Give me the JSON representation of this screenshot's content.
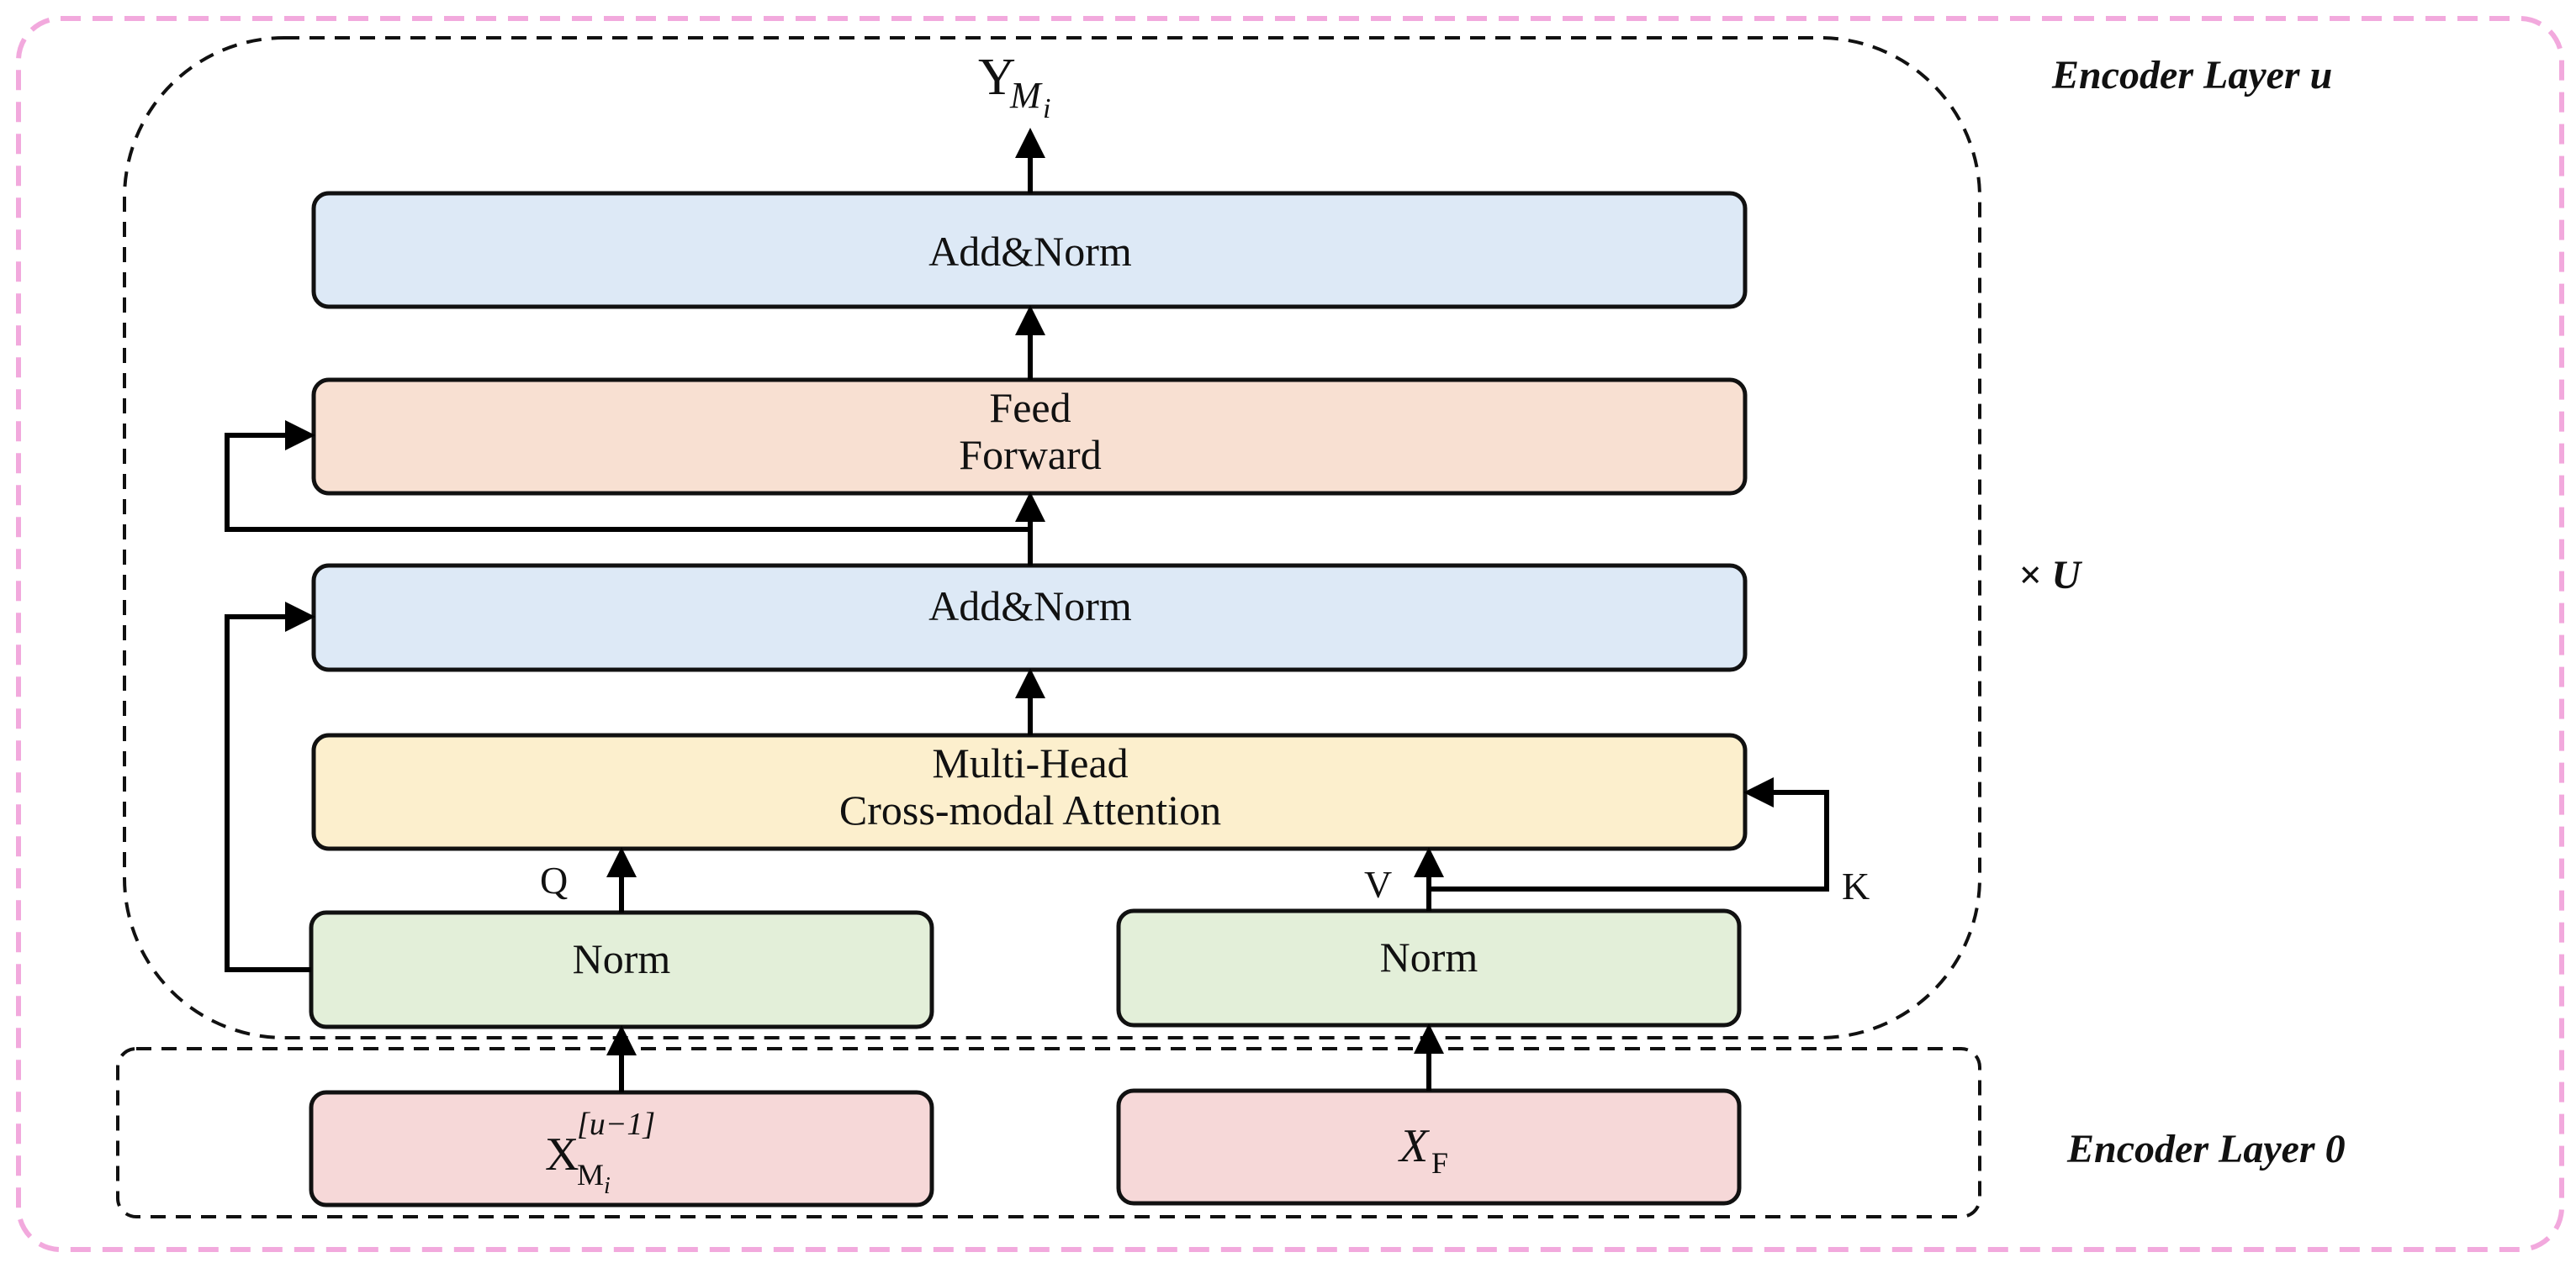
{
  "labels": {
    "encoder_layer_u": "Encoder Layer u",
    "encoder_layer_0": "Encoder Layer 0",
    "repeat": "× U"
  },
  "blocks": {
    "add_norm_top": "Add&Norm",
    "feed_forward_line1": "Feed",
    "feed_forward_line2": "Forward",
    "add_norm_mid": "Add&Norm",
    "mhca_line1": "Multi-Head",
    "mhca_line2": "Cross-modal Attention",
    "norm_left": "Norm",
    "norm_right": "Norm"
  },
  "ports": {
    "q": "Q",
    "v": "V",
    "k": "K"
  },
  "output": {
    "base": "Y",
    "sub_main": "M",
    "sub_index": "i"
  },
  "inputs": {
    "left": {
      "base": "X",
      "sup": "[u−1]",
      "sub_main": "M",
      "sub_index": "i"
    },
    "right": {
      "base": "X",
      "sub": "F"
    }
  },
  "colors": {
    "add_norm": "#dde9f6",
    "feed_forward": "#f8e0d2",
    "attention": "#fcefcd",
    "norm": "#e3efd9",
    "input": "#f6d8d8",
    "outer_border": "#f2a9dd"
  }
}
